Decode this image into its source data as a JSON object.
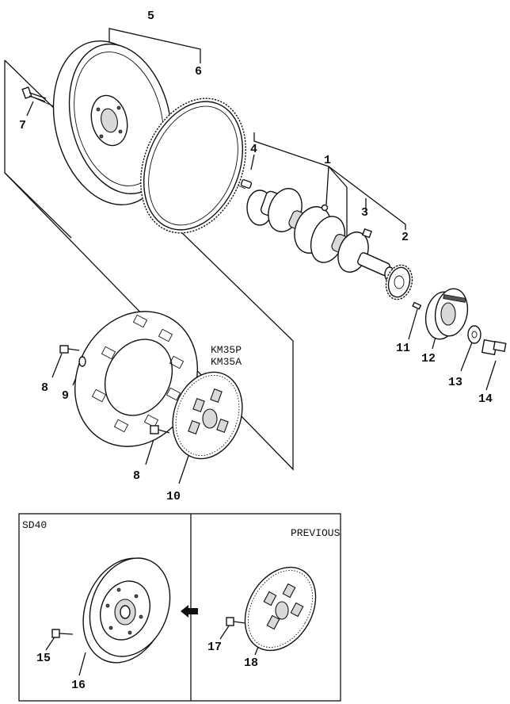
{
  "callouts": {
    "c1": "1",
    "c2": "2",
    "c3": "3",
    "c4": "4",
    "c5": "5",
    "c6": "6",
    "c7": "7",
    "c8a": "8",
    "c8b": "8",
    "c9": "9",
    "c10": "10",
    "c11": "11",
    "c12": "12",
    "c13": "13",
    "c14": "14",
    "c15": "15",
    "c16": "16",
    "c17": "17",
    "c18": "18"
  },
  "model_labels": {
    "line1": "KM35P",
    "line2": "KM35A"
  },
  "inset": {
    "left_title": "SD40",
    "right_title": "PREVIOUS"
  },
  "colors": {
    "ink": "#111111",
    "fill": "#ffffff",
    "shade": "#d9d9d9"
  }
}
